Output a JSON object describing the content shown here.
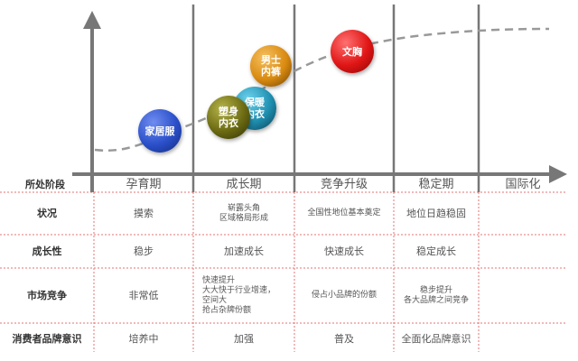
{
  "colors": {
    "axis": "#777777",
    "grid_red": "#e57373",
    "curve": "#999999"
  },
  "row_header_label": "所处阶段",
  "stages": [
    "孕育期",
    "成长期",
    "竞争升级",
    "稳定期",
    "国际化"
  ],
  "rows": [
    {
      "label": "状况",
      "cells": [
        "摸索",
        "崭露头角\n区域格局形成",
        "全国性地位基本奠定",
        "地位日趋稳固",
        ""
      ]
    },
    {
      "label": "成长性",
      "cells": [
        "稳步",
        "加速成长",
        "快速成长",
        "稳定成长",
        ""
      ]
    },
    {
      "label": "市场竞争",
      "cells": [
        "非常低",
        "快速提升\n大大快于行业增速，\n空间大\n抢占杂牌份额",
        "侵占小品牌的份额",
        "稳步提升\n各大品牌之间竞争",
        ""
      ]
    },
    {
      "label": "消费者品牌意识",
      "cells": [
        "培养中",
        "加强",
        "普及",
        "全面化品牌意识",
        ""
      ]
    }
  ],
  "bubbles": [
    {
      "label": "家居服",
      "color": "#2a4fc9"
    },
    {
      "label": "塑身\n内衣",
      "color": "#6b6a12"
    },
    {
      "label": "保暖\n内衣",
      "color": "#1f8fb0"
    },
    {
      "label": "男士\n内裤",
      "color": "#d98a10"
    },
    {
      "label": "文胸",
      "color": "#e01515"
    }
  ]
}
